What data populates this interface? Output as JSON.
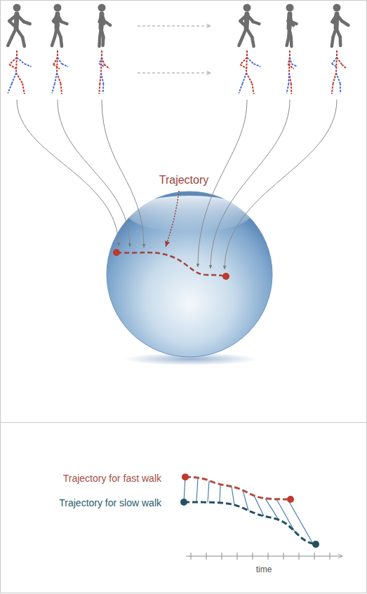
{
  "diagram": {
    "labels": [
      "Trajectory",
      "Trajectory for fast walk",
      "Trajectory for slow walk",
      "time"
    ]
  }
}
